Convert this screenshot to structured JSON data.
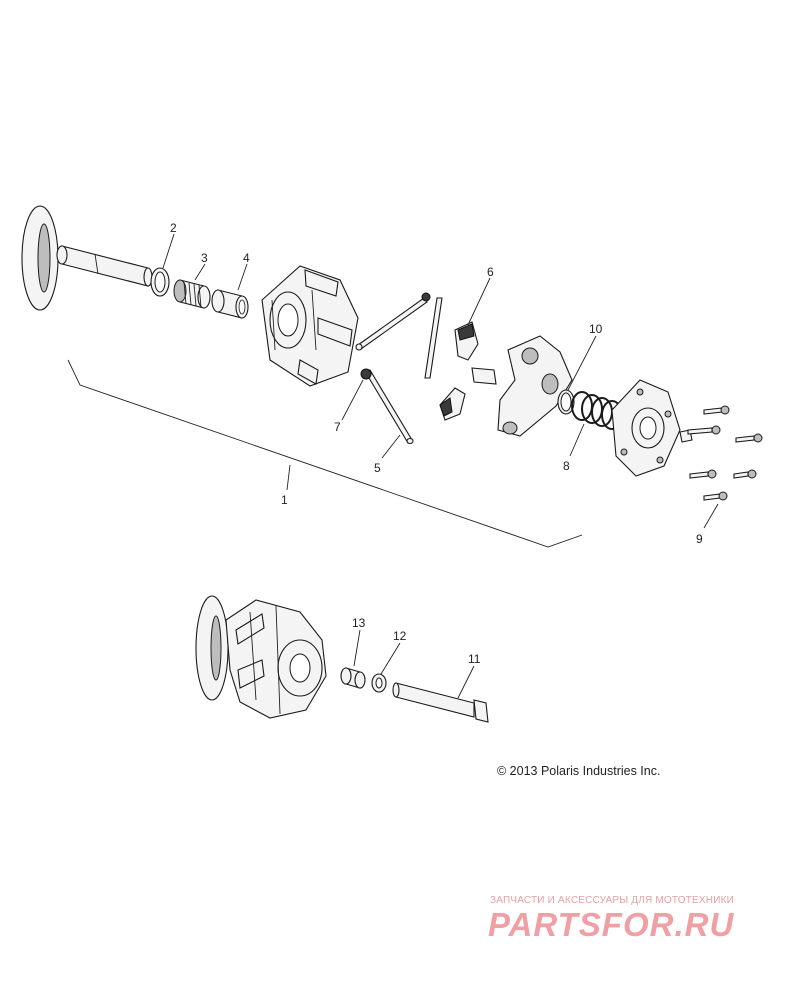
{
  "diagram": {
    "callouts": [
      {
        "id": "c1",
        "label": "1"
      },
      {
        "id": "c2",
        "label": "2"
      },
      {
        "id": "c3",
        "label": "3"
      },
      {
        "id": "c4",
        "label": "4"
      },
      {
        "id": "c5",
        "label": "5"
      },
      {
        "id": "c6",
        "label": "6"
      },
      {
        "id": "c7",
        "label": "7"
      },
      {
        "id": "c8",
        "label": "8"
      },
      {
        "id": "c9",
        "label": "9"
      },
      {
        "id": "c10",
        "label": "10"
      },
      {
        "id": "c11",
        "label": "11"
      },
      {
        "id": "c12",
        "label": "12"
      },
      {
        "id": "c13",
        "label": "13"
      }
    ],
    "copyright": "© 2013 Polaris Industries Inc."
  },
  "watermark": {
    "tagline": "ЗАПЧАСТИ И АКСЕССУАРЫ ДЛЯ МОТОТЕХНИКИ",
    "logo": "PARTSFOR.RU",
    "color": "#ee8f95"
  }
}
